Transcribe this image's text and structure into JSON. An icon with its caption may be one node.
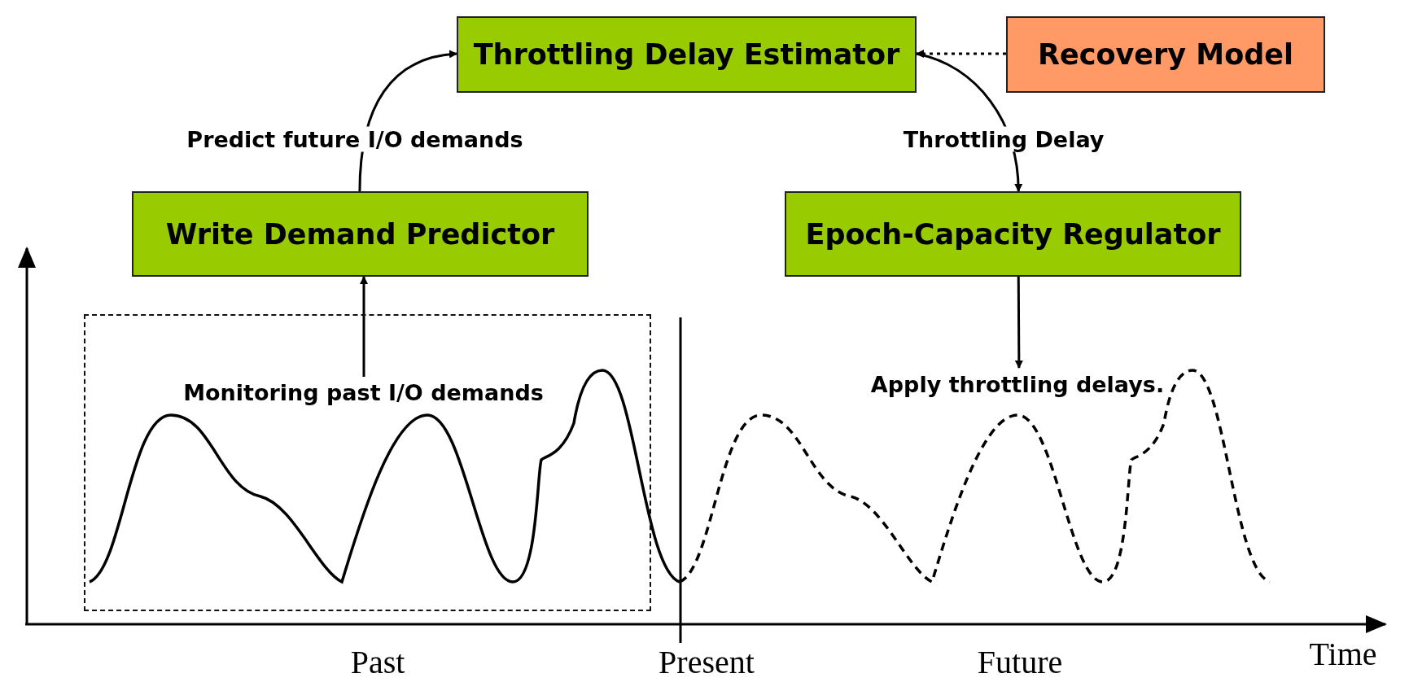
{
  "diagram": {
    "nodes": [
      {
        "text": [
          "Throttling Delay Estimator"
        ]
      },
      {
        "text": [
          "Recovery Model"
        ]
      },
      {
        "text": [
          "Write Demand Predictor"
        ]
      },
      {
        "text": [
          "Epoch-Capacity Regulator"
        ]
      },
      {
        "text": [],
        "shape": "box"
      },
      {
        "text": [
          "Monitoring past I/O demands"
        ],
        "in": 4
      },
      {
        "text": [
          "Apply throttling delays."
        ]
      }
    ],
    "edges": [
      {
        "from": 2,
        "to": 0,
        "arrow": "to",
        "label": "Predict future I/O demands"
      },
      {
        "from": 1,
        "to": 0,
        "arrow": "to",
        "style": "dashed"
      },
      {
        "from": 0,
        "to": 3,
        "arrow": "to",
        "label": "Throttling Delay"
      },
      {
        "from": 5,
        "to": 2,
        "arrow": "to"
      },
      {
        "from": 3,
        "to": 6,
        "arrow": "to"
      }
    ],
    "labels": [
      "Past",
      "Present",
      "Future",
      "Time"
    ]
  }
}
